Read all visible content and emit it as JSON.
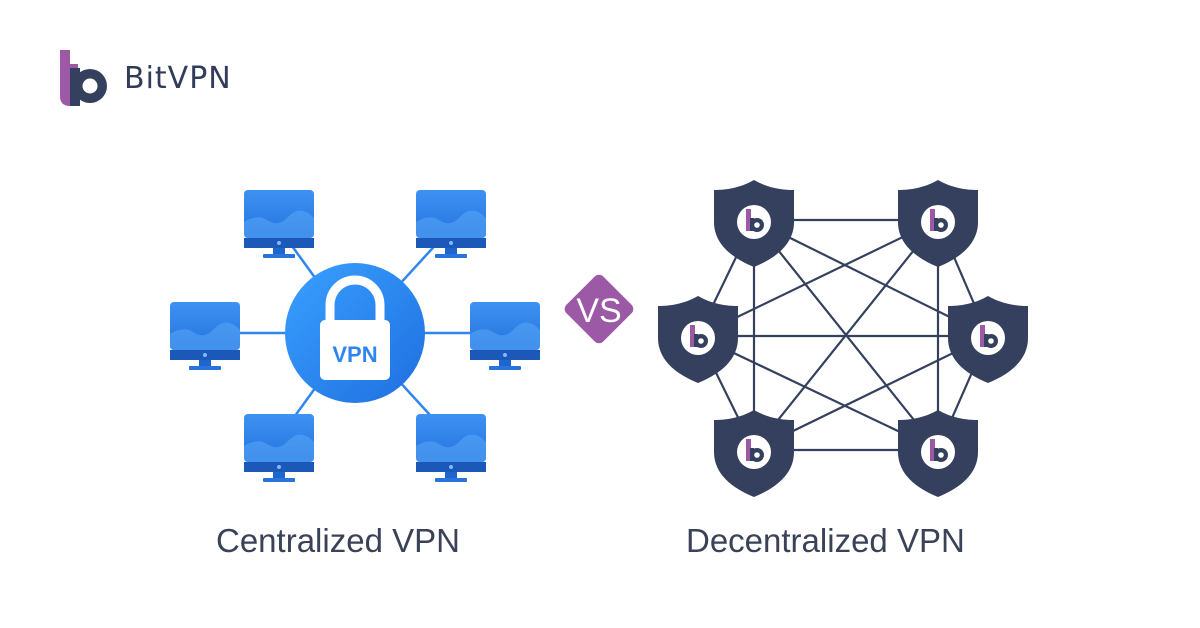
{
  "brand": {
    "name": "BitVPN",
    "logo_icon": "bitvpn-b-logo-icon"
  },
  "centralized": {
    "caption": "Centralized VPN",
    "hub_label": "VPN",
    "hub_icon": "padlock-icon",
    "client_icon": "monitor-icon"
  },
  "vs_label": "VS",
  "decentralized": {
    "caption": "Decentralized VPN",
    "node_icon": "shield-node-icon"
  },
  "colors": {
    "blue": "#2f86f0",
    "blue_dark": "#1a5fc4",
    "navy": "#34405e",
    "purple": "#9b59a6",
    "text": "#3a4258"
  }
}
